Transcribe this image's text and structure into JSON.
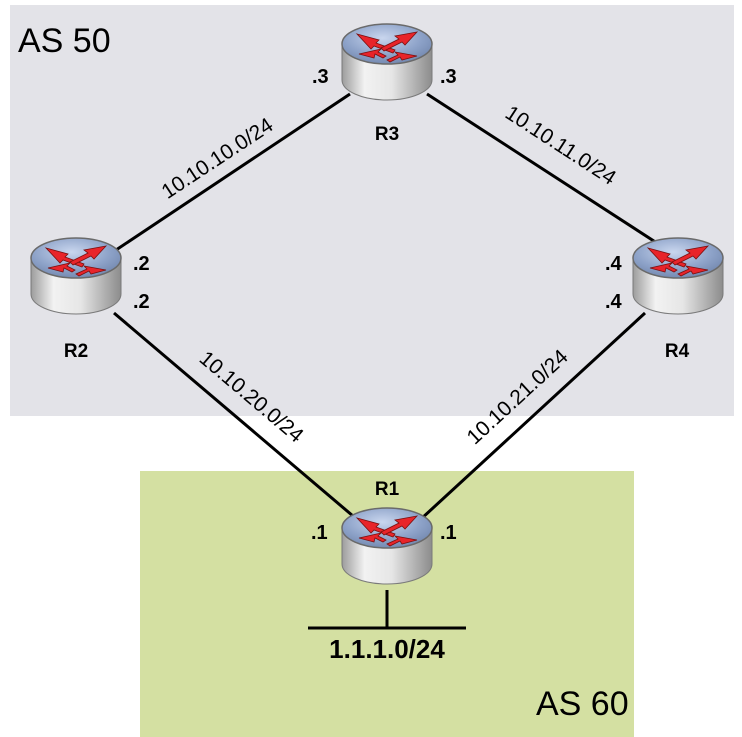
{
  "areas": {
    "as50": {
      "label": "AS 50",
      "color": "#e3e3e8"
    },
    "as60": {
      "label": "AS 60",
      "color": "#d4e0a2"
    }
  },
  "routers": {
    "r1": {
      "name": "R1"
    },
    "r2": {
      "name": "R2"
    },
    "r3": {
      "name": "R3"
    },
    "r4": {
      "name": "R4"
    }
  },
  "links": {
    "r2_r3": {
      "subnet": "10.10.10.0/24",
      "r2_suffix": ".2",
      "r3_suffix": ".3"
    },
    "r3_r4": {
      "subnet": "10.10.11.0/24",
      "r3_suffix": ".3",
      "r4_suffix": ".4"
    },
    "r2_r1": {
      "subnet": "10.10.20.0/24",
      "r2_suffix": ".2",
      "r1_suffix": ".1"
    },
    "r4_r1": {
      "subnet": "10.10.21.0/24",
      "r4_suffix": ".4",
      "r1_suffix": ".1"
    }
  },
  "lan": {
    "subnet": "1.1.1.0/24"
  },
  "colors": {
    "router_top": "#8aa0c6",
    "router_body": "#dcdcdc",
    "arrow": "#e8242a"
  }
}
